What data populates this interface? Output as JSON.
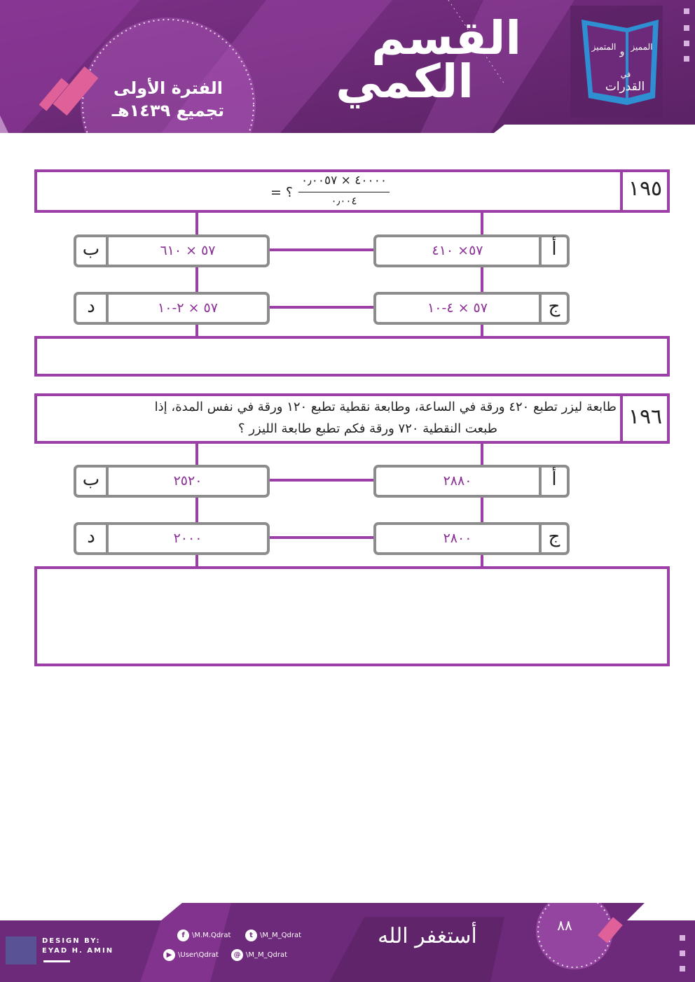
{
  "header": {
    "section_title_line1": "القسم",
    "section_title_line2": "الكمي",
    "period_line1": "الفترة الأولى",
    "period_line2": "تجميع ١٤٣٩هـ",
    "logo_line1": "المتميز",
    "logo_line2": "و",
    "logo_line3": "المميز",
    "logo_line4": "في",
    "logo_line5": "القدرات"
  },
  "questions": [
    {
      "number": "١٩٥",
      "stem_prefix": "؟ =",
      "numerator": "٤٠٠٠٠ × ٠٫٠٠٥٧",
      "denominator": "٠٫٠٠٤",
      "options": {
        "a": {
          "letter": "أ",
          "value": "٥٧× ٤١٠"
        },
        "b": {
          "letter": "ب",
          "value": "٥٧ × ٦١٠"
        },
        "c": {
          "letter": "ج",
          "value": "٥٧ × ٤-١٠"
        },
        "d": {
          "letter": "د",
          "value": "٥٧ × ٢-١٠"
        }
      }
    },
    {
      "number": "١٩٦",
      "text_line1": "طابعة ليزر تطبع ٤٢٠ ورقة في الساعة، وطابعة نقطية تطبع ١٢٠ ورقة في نفس المدة، إذا",
      "text_line2": "طبعت النقطية ٧٢٠ ورقة فكم تطبع طابعة الليزر ؟",
      "options": {
        "a": {
          "letter": "أ",
          "value": "٢٨٨٠"
        },
        "b": {
          "letter": "ب",
          "value": "٢٥٢٠"
        },
        "c": {
          "letter": "ج",
          "value": "٢٨٠٠"
        },
        "d": {
          "letter": "د",
          "value": "٢٠٠٠"
        }
      }
    }
  ],
  "footer": {
    "page_number": "٨٨",
    "design_label": "DESIGN BY:",
    "designer": "EYAD H. AMIN",
    "calligraphy": "أستغفر الله",
    "social": {
      "facebook": "\\M.M.Qdrat",
      "twitter": "\\M_M_Qdrat",
      "youtube": "\\User\\Qdrat",
      "other": "\\M_M_Qdrat"
    }
  },
  "colors": {
    "accent": "#9b3fa6",
    "header_bg": "#6e2a7a",
    "option_border": "#8c8c8c",
    "option_text": "#8a2f95"
  }
}
